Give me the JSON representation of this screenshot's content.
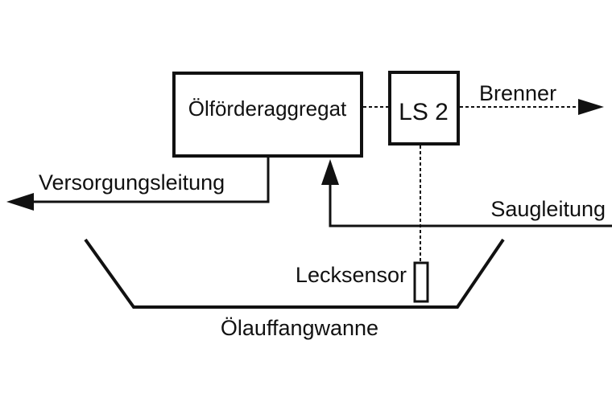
{
  "diagram": {
    "components": {
      "pump_unit": "Ölförderaggregat",
      "switch": "LS 2",
      "sensor": "Lecksensor",
      "basin": "Ölauffangwanne"
    },
    "lines": {
      "supply": "Versorgungsleitung",
      "suction": "Saugleitung",
      "burner": "Brenner"
    },
    "colors": {
      "stroke": "#111111",
      "background": "#ffffff"
    }
  }
}
